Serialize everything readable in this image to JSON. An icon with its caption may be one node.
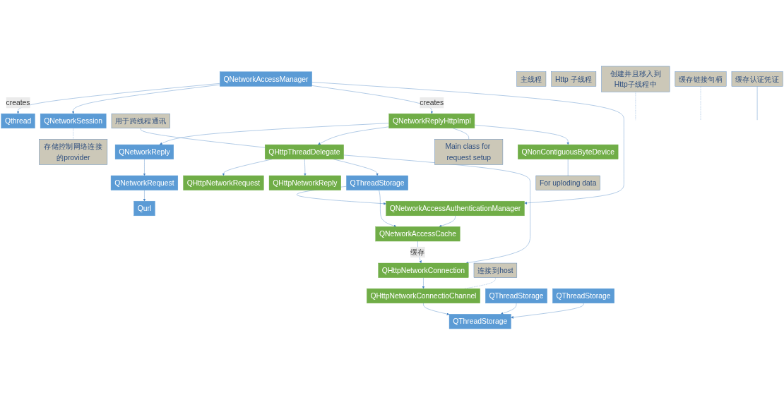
{
  "diagram": {
    "nodes": [
      {
        "text": [
          "QNetworkAccessManager"
        ]
      },
      {
        "text": [
          "Qthread"
        ]
      },
      {
        "text": [
          "存储控制网络连接的provider"
        ]
      },
      {
        "text": [
          "QNetworkSession"
        ]
      },
      {
        "text": [
          "主线程"
        ]
      },
      {
        "text": [
          "Http 子线程"
        ]
      },
      {
        "text": [
          "Qurl"
        ]
      },
      {
        "text": [
          "QNetworkRequest"
        ]
      },
      {
        "text": [
          "QNetworkReply"
        ]
      },
      {
        "text": [
          "QHttpNetworkRequest"
        ]
      },
      {
        "text": [
          "QHttpNetworkReply"
        ]
      },
      {
        "text": [
          "用于跨线程通讯"
        ]
      },
      {
        "text": [
          "QNetworkReplyHttpImpl"
        ]
      },
      {
        "text": [
          "QHttpThreadDelegate"
        ]
      },
      {
        "text": [
          "Main class for request setup"
        ]
      },
      {
        "text": [
          "创建并且移入到Http子线程中"
        ]
      },
      {
        "text": [
          "QThreadStorage"
        ]
      },
      {
        "text": [
          "QHttpNetworkConnection"
        ]
      },
      {
        "text": [
          "QNonContiguousByteDevice"
        ]
      },
      {
        "text": [
          "For uploding data"
        ]
      },
      {
        "text": [
          "缓存链接句柄"
        ]
      },
      {
        "text": [
          "连接到host"
        ]
      },
      {
        "text": [
          "QNetworkAccessAuthenticationManager"
        ]
      },
      {
        "text": [
          "QNetworkAccessCache"
        ]
      },
      {
        "text": [
          "QHttpNetworkConnectioChannel"
        ]
      },
      {
        "text": [
          "缓存认证凭证"
        ]
      },
      {
        "text": [
          "QThreadStorage"
        ]
      },
      {
        "text": [
          "QThreadStorage"
        ]
      },
      {
        "text": [
          "QThreadStorage"
        ]
      }
    ],
    "edges": [
      {
        "from": 0,
        "to": 1,
        "arrow": "to",
        "label": "creates"
      },
      {
        "from": 0,
        "to": 3,
        "arrow": "to"
      },
      {
        "from": 0,
        "to": 12,
        "arrow": "to",
        "label": "creates"
      },
      {
        "from": 0,
        "to": 22,
        "arrow": "to"
      },
      {
        "from": 3,
        "to": 2,
        "arrow": "none",
        "style": "dashed"
      },
      {
        "from": 8,
        "to": 7,
        "arrow": "to"
      },
      {
        "from": 7,
        "to": 6,
        "arrow": "to"
      },
      {
        "from": 12,
        "to": 8,
        "arrow": "to"
      },
      {
        "from": 12,
        "to": 13,
        "arrow": "to"
      },
      {
        "from": 12,
        "to": 14,
        "arrow": "none"
      },
      {
        "from": 12,
        "to": 18,
        "arrow": "to"
      },
      {
        "from": 15,
        "to": null,
        "arrow": "none",
        "style": "dashed"
      },
      {
        "from": 13,
        "to": 9,
        "arrow": "to"
      },
      {
        "from": 13,
        "to": 10,
        "arrow": "to"
      },
      {
        "from": 11,
        "to": 13,
        "arrow": "none"
      },
      {
        "from": 13,
        "to": 16,
        "arrow": "to"
      },
      {
        "from": 13,
        "to": 17,
        "arrow": "to"
      },
      {
        "from": 18,
        "to": 19,
        "arrow": "none"
      },
      {
        "from": 16,
        "to": 22,
        "arrow": "to"
      },
      {
        "from": 16,
        "to": 23,
        "arrow": "to"
      },
      {
        "from": 20,
        "to": null,
        "arrow": "none",
        "style": "dashed"
      },
      {
        "from": 22,
        "to": 23,
        "arrow": "to"
      },
      {
        "from": 25,
        "to": null,
        "arrow": "none"
      },
      {
        "from": 23,
        "to": 17,
        "arrow": "to",
        "label": "缓存"
      },
      {
        "from": 17,
        "to": 24,
        "arrow": "to"
      },
      {
        "from": 21,
        "to": 24,
        "arrow": "none",
        "style": "dashed"
      },
      {
        "from": 24,
        "to": 26,
        "arrow": "to"
      },
      {
        "from": 27,
        "to": 26,
        "arrow": "to"
      },
      {
        "from": 28,
        "to": 26,
        "arrow": "to"
      }
    ]
  }
}
